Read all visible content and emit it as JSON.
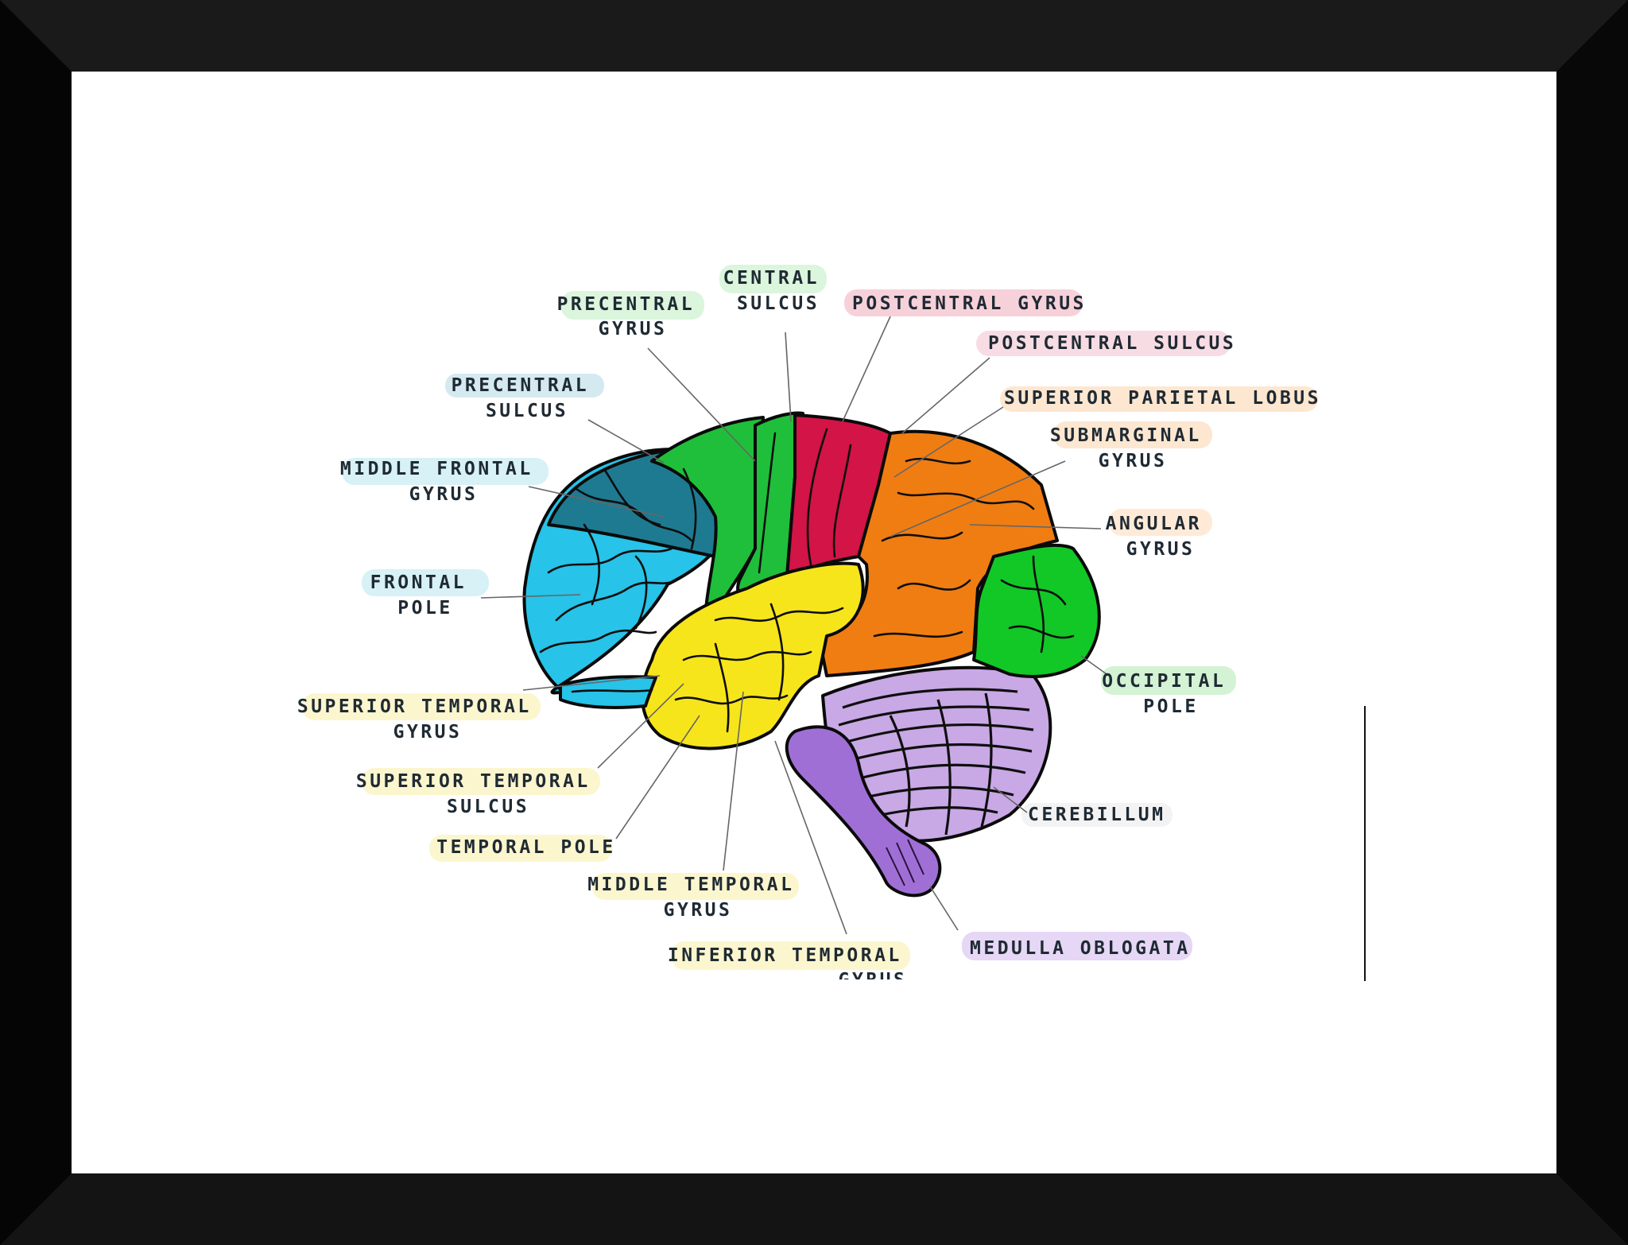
{
  "colors": {
    "frame": "#0b0b0b",
    "mat": "#ffffff",
    "frontal_dark": "#1e7a91",
    "frontal_light": "#27c3e8",
    "precentral": "#1fbf3b",
    "postcentral": "#d21446",
    "parietal": "#f07d12",
    "occipital": "#12c827",
    "temporal": "#f7e51b",
    "cerebellum": "#c9a8e6",
    "brainstem": "#a06fd6"
  },
  "labels": {
    "precentral_gyrus": [
      "PRECENTRAL",
      "GYRUS"
    ],
    "central_sulcus": [
      "CENTRAL",
      "SULCUS"
    ],
    "postcentral_gyrus": [
      "POSTCENTRAL GYRUS"
    ],
    "postcentral_sulcus": [
      "POSTCENTRAL SULCUS"
    ],
    "superior_parietal_lobus": [
      "SUPERIOR PARIETAL LOBUS"
    ],
    "submarginal_gyrus": [
      "SUBMARGINAL",
      "GYRUS"
    ],
    "angular_gyrus": [
      "ANGULAR",
      "GYRUS"
    ],
    "occipital_pole": [
      "OCCIPITAL",
      "POLE"
    ],
    "cerebillum": [
      "CEREBILLUM"
    ],
    "medulla_oblogata": [
      "MEDULLA OBLOGATA"
    ],
    "inferior_temporal_gyrus": [
      "INFERIOR TEMPORAL",
      "GYRUS"
    ],
    "middle_temporal_gyrus": [
      "MIDDLE TEMPORAL",
      "GYRUS"
    ],
    "temporal_pole": [
      "TEMPORAL POLE"
    ],
    "superior_temporal_sulcus": [
      "SUPERIOR TEMPORAL",
      "SULCUS"
    ],
    "superior_temporal_gyrus": [
      "SUPERIOR TEMPORAL",
      "GYRUS"
    ],
    "frontal_pole": [
      "FRONTAL",
      "POLE"
    ],
    "middle_frontal_gyrus": [
      "MIDDLE FRONTAL",
      "GYRUS"
    ],
    "precentral_sulcus": [
      "PRECENTRAL",
      "SULCUS"
    ]
  }
}
